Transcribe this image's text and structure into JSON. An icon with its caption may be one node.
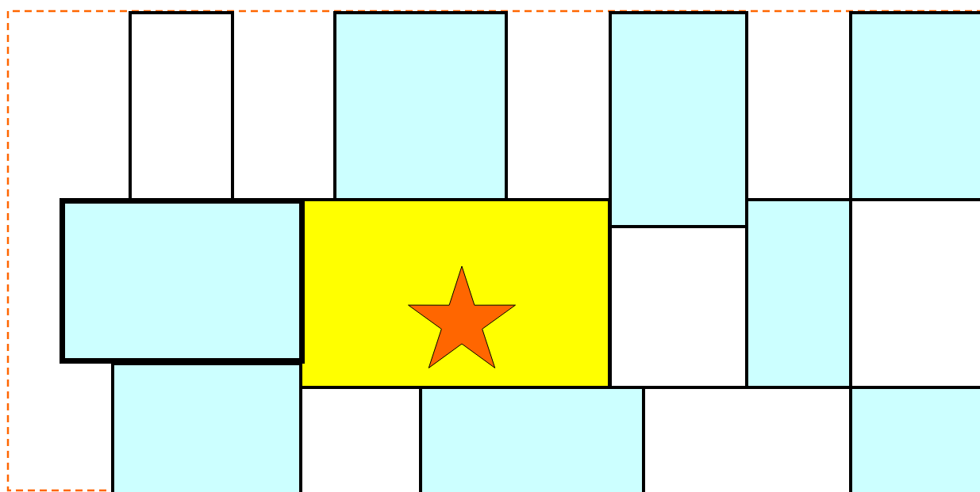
{
  "diagram": {
    "nodes": [
      {
        "text": [],
        "shape": "box"
      },
      {
        "text": [],
        "shape": "box"
      },
      {
        "text": [],
        "shape": "box"
      },
      {
        "text": [],
        "shape": "box"
      },
      {
        "text": [],
        "shape": "box"
      },
      {
        "text": [],
        "shape": "box"
      },
      {
        "text": [],
        "shape": "star",
        "in": 5
      },
      {
        "text": [],
        "shape": "box"
      },
      {
        "text": [],
        "shape": "box"
      },
      {
        "text": [],
        "shape": "box"
      },
      {
        "text": [],
        "shape": "box"
      },
      {
        "text": [],
        "shape": "box"
      },
      {
        "text": [],
        "shape": "box"
      },
      {
        "text": [],
        "shape": "box"
      },
      {
        "text": [],
        "shape": "box"
      }
    ]
  }
}
